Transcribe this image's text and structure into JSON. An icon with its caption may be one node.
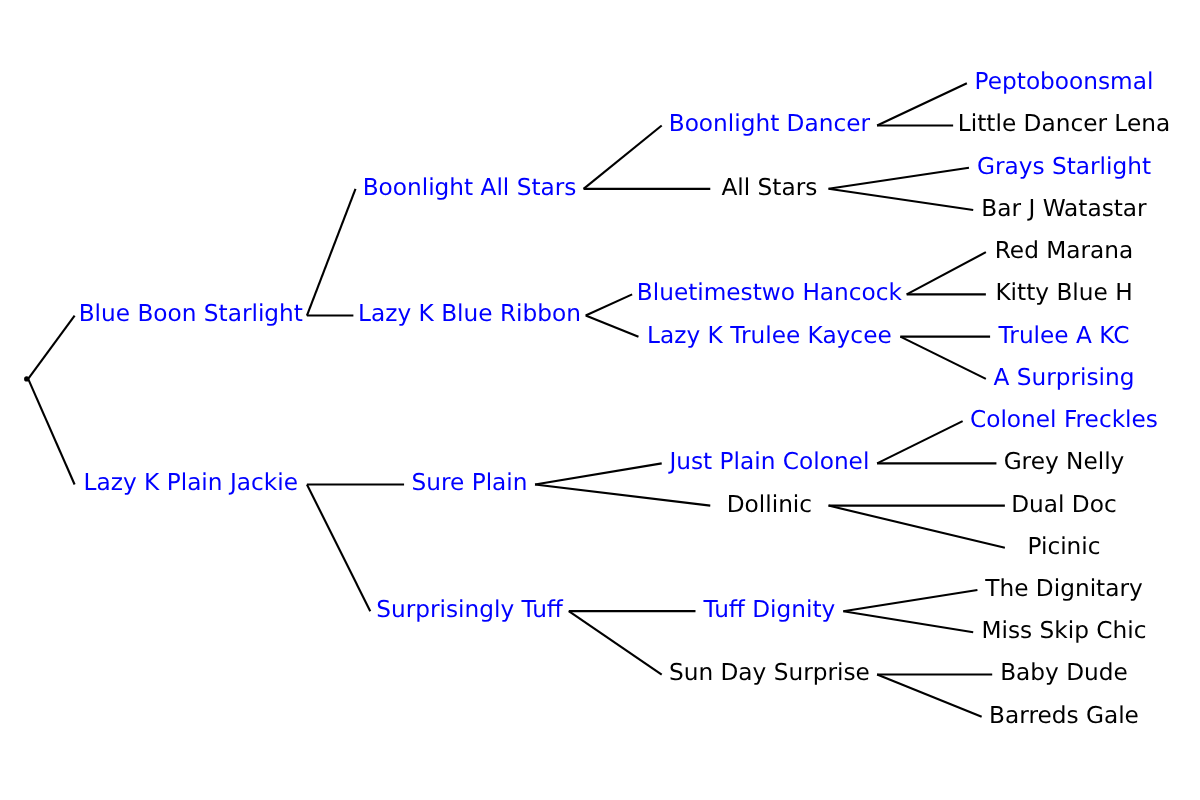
{
  "diagram": {
    "nodes": [
      {
        "text": [],
        "shape": "point"
      },
      {
        "text": [
          "Blue Boon Starlight"
        ]
      },
      {
        "text": [
          "Boonlight All Stars"
        ]
      },
      {
        "text": [
          "Boonlight Dancer"
        ]
      },
      {
        "text": [
          "Peptoboonsmal"
        ]
      },
      {
        "text": [
          "Little Dancer Lena"
        ]
      },
      {
        "text": [
          "All Stars"
        ]
      },
      {
        "text": [
          "Grays Starlight"
        ]
      },
      {
        "text": [
          "Bar J Watastar"
        ]
      },
      {
        "text": [
          "Lazy K Blue Ribbon"
        ]
      },
      {
        "text": [
          "Bluetimestwo Hancock"
        ]
      },
      {
        "text": [
          "Red Marana"
        ]
      },
      {
        "text": [
          "Kitty Blue H"
        ]
      },
      {
        "text": [
          "Lazy K Trulee Kaycee"
        ]
      },
      {
        "text": [
          "Trulee A KC"
        ]
      },
      {
        "text": [
          "A Surprising"
        ]
      },
      {
        "text": [
          "Lazy K Plain Jackie"
        ]
      },
      {
        "text": [
          "Sure Plain"
        ]
      },
      {
        "text": [
          "Just Plain Colonel"
        ]
      },
      {
        "text": [
          "Colonel Freckles"
        ]
      },
      {
        "text": [
          "Grey Nelly"
        ]
      },
      {
        "text": [
          "Dollinic"
        ]
      },
      {
        "text": [
          "Dual Doc"
        ]
      },
      {
        "text": [
          "Picinic"
        ]
      },
      {
        "text": [
          "Surprisingly Tuff"
        ]
      },
      {
        "text": [
          "Tuff Dignity"
        ]
      },
      {
        "text": [
          "The Dignitary"
        ]
      },
      {
        "text": [
          "Miss Skip Chic"
        ]
      },
      {
        "text": [
          "Sun Day Surprise"
        ]
      },
      {
        "text": [
          "Baby Dude"
        ]
      },
      {
        "text": [
          "Barreds Gale"
        ]
      }
    ],
    "edges": [
      {
        "from": 0,
        "to": 1,
        "arrow": "none"
      },
      {
        "from": 0,
        "to": 16,
        "arrow": "none"
      },
      {
        "from": 1,
        "to": 2,
        "arrow": "none"
      },
      {
        "from": 1,
        "to": 9,
        "arrow": "none"
      },
      {
        "from": 2,
        "to": 3,
        "arrow": "none"
      },
      {
        "from": 2,
        "to": 6,
        "arrow": "none"
      },
      {
        "from": 3,
        "to": 4,
        "arrow": "none"
      },
      {
        "from": 3,
        "to": 5,
        "arrow": "none"
      },
      {
        "from": 6,
        "to": 7,
        "arrow": "none"
      },
      {
        "from": 6,
        "to": 8,
        "arrow": "none"
      },
      {
        "from": 9,
        "to": 10,
        "arrow": "none"
      },
      {
        "from": 9,
        "to": 13,
        "arrow": "none"
      },
      {
        "from": 10,
        "to": 11,
        "arrow": "none"
      },
      {
        "from": 10,
        "to": 12,
        "arrow": "none"
      },
      {
        "from": 13,
        "to": 14,
        "arrow": "none"
      },
      {
        "from": 13,
        "to": 15,
        "arrow": "none"
      },
      {
        "from": 16,
        "to": 17,
        "arrow": "none"
      },
      {
        "from": 16,
        "to": 24,
        "arrow": "none"
      },
      {
        "from": 17,
        "to": 18,
        "arrow": "none"
      },
      {
        "from": 17,
        "to": 21,
        "arrow": "none"
      },
      {
        "from": 18,
        "to": 19,
        "arrow": "none"
      },
      {
        "from": 18,
        "to": 20,
        "arrow": "none"
      },
      {
        "from": 21,
        "to": 22,
        "arrow": "none"
      },
      {
        "from": 21,
        "to": 23,
        "arrow": "none"
      },
      {
        "from": 24,
        "to": 25,
        "arrow": "none"
      },
      {
        "from": 24,
        "to": 28,
        "arrow": "none"
      },
      {
        "from": 25,
        "to": 26,
        "arrow": "none"
      },
      {
        "from": 25,
        "to": 27,
        "arrow": "none"
      },
      {
        "from": 28,
        "to": 29,
        "arrow": "none"
      },
      {
        "from": 28,
        "to": 30,
        "arrow": "none"
      }
    ]
  }
}
